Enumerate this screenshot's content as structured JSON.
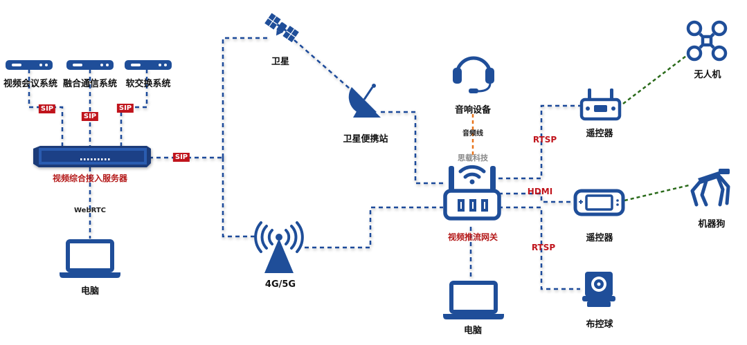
{
  "colors": {
    "icon_blue": "#1f4e99",
    "dark_navy": "#152b57",
    "link_blue": "#1a4a9a",
    "link_green": "#2a6a1a",
    "link_orange": "#e8741c",
    "label_red": "#b41919",
    "badge_red": "#c0141c"
  },
  "nodes": {
    "video_conf": "视频会议系统",
    "fusion_comm": "融合通信系统",
    "softswitch": "软交换系统",
    "access_server": "视频综合接入服务器",
    "pc_left": "电脑",
    "satellite": "卫星",
    "sat_station": "卫星便携站",
    "cellular": "4G/5G",
    "audio": "音响设备",
    "brand": "思载科技",
    "gateway": "视频推流网关",
    "pc_bottom": "电脑",
    "drone": "无人机",
    "rc1": "遥控器",
    "rc2": "遥控器",
    "robot_dog": "机器狗",
    "ptz": "布控球"
  },
  "protocols": {
    "sip": "SIP",
    "webrtc": "WebRTC",
    "audio_line": "音频线",
    "rtsp": "RTSP",
    "hdmi": "HDMI"
  }
}
